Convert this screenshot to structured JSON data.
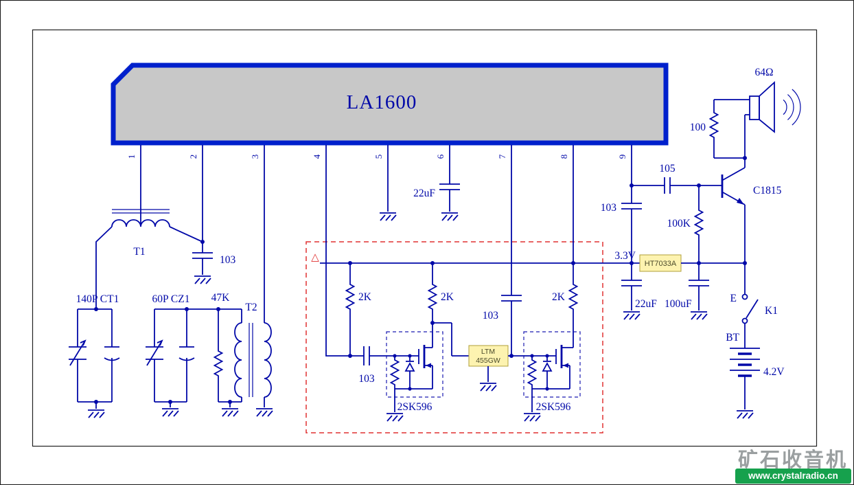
{
  "colors": {
    "wire": "#0008a8",
    "ic_border": "#0020cc",
    "ic_fill": "#c8c8c8",
    "highlight_box": "#e03030",
    "module_fill": "#fdf3b0",
    "watermark_green": "#16a14d"
  },
  "ic": {
    "label": "LA1600",
    "pins": [
      "1",
      "2",
      "3",
      "4",
      "5",
      "6",
      "7",
      "8",
      "9"
    ]
  },
  "antenna": {
    "t1": "T1",
    "c_bypass": "103",
    "ct1": "140P CT1"
  },
  "oscillator": {
    "cz1": "60P CZ1",
    "r_damp": "47K",
    "t2": "T2"
  },
  "decoupling": {
    "c_pin6": "22uF"
  },
  "if_section": {
    "marker": "△",
    "r_drain1": "2K",
    "r_drain2": "2K",
    "r_drain3": "2K",
    "c_in": "103",
    "c_pin7": "103",
    "q1": "2SK596",
    "q2": "2SK596",
    "filter_line1": "LTM",
    "filter_line2": "455GW"
  },
  "audio": {
    "c_couple": "105",
    "c_bypass": "103",
    "r_bias": "100K",
    "q3": "C1815",
    "r_damp": "100",
    "speaker": "64Ω"
  },
  "power": {
    "rail": "3.3V",
    "regulator": "HT7033A",
    "c_out": "22uF",
    "c_in": "100uF",
    "switch_e": "E",
    "switch": "K1",
    "battery_label": "BT",
    "battery_voltage": "4.2V"
  },
  "watermark": {
    "title": "矿石收音机",
    "site": "www.crystalradio.cn"
  }
}
